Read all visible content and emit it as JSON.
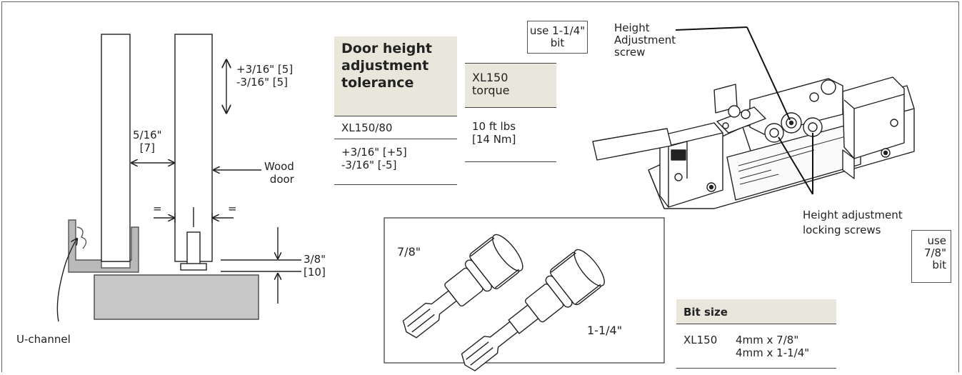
{
  "left_diagram": {
    "gap_label": "5/16\"\n[7]",
    "height_tolerance_label": "+3/16\" [5]\n-3/16\" [5]",
    "wood_door_label": "Wood\ndoor",
    "equal_left": "=",
    "equal_right": "=",
    "clearance_label": "3/8\"\n[10]",
    "u_channel_label": "U-channel"
  },
  "tolerance_table": {
    "heading": "Door height\nadjustment\ntolerance",
    "model": "XL150/80",
    "tolerance": "+3/16\" [+5]\n-3/16\" [-5]"
  },
  "torque_table": {
    "heading": "XL150\ntorque",
    "value": "10 ft lbs\n[14 Nm]"
  },
  "bits_panel": {
    "small_bit_label": "7/8\"",
    "large_bit_label": "1-1/4\""
  },
  "bit_size_table": {
    "heading": "Bit size",
    "model": "XL150",
    "sizes": "4mm x 7/8\"\n4mm x 1-1/4\""
  },
  "callouts": {
    "use_large_bit": "use 1-1/4\"\nbit",
    "height_screw": "Height\nAdjustment\nscrew",
    "locking_screws": "Height adjustment\nlocking screws",
    "use_small_bit": "use\n7/8\"\nbit"
  },
  "colors": {
    "table_shade": "#e9e7dc",
    "floor_fill": "#c8c8c8",
    "channel_fill": "#b9b9b9"
  }
}
